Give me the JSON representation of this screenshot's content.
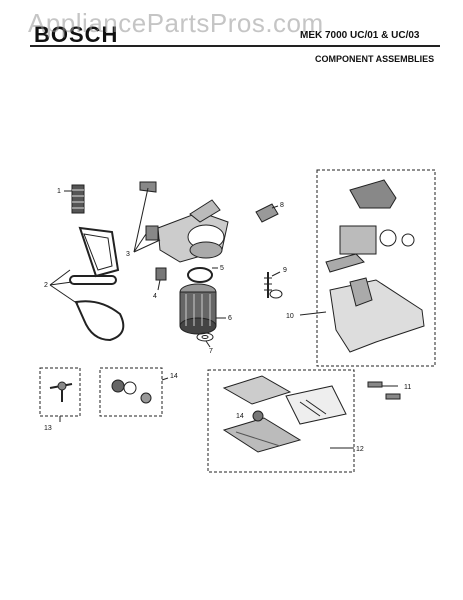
{
  "header": {
    "brand": "BOSCH",
    "model": "MEK 7000 UC/01 & UC/03",
    "subtitle": "COMPONENT ASSEMBLIES",
    "watermark": "AppliancePartsPros.com"
  },
  "callouts": [
    "1",
    "2",
    "3",
    "4",
    "5",
    "6",
    "7",
    "8",
    "9",
    "10",
    "11",
    "12",
    "13",
    "14",
    "14"
  ]
}
